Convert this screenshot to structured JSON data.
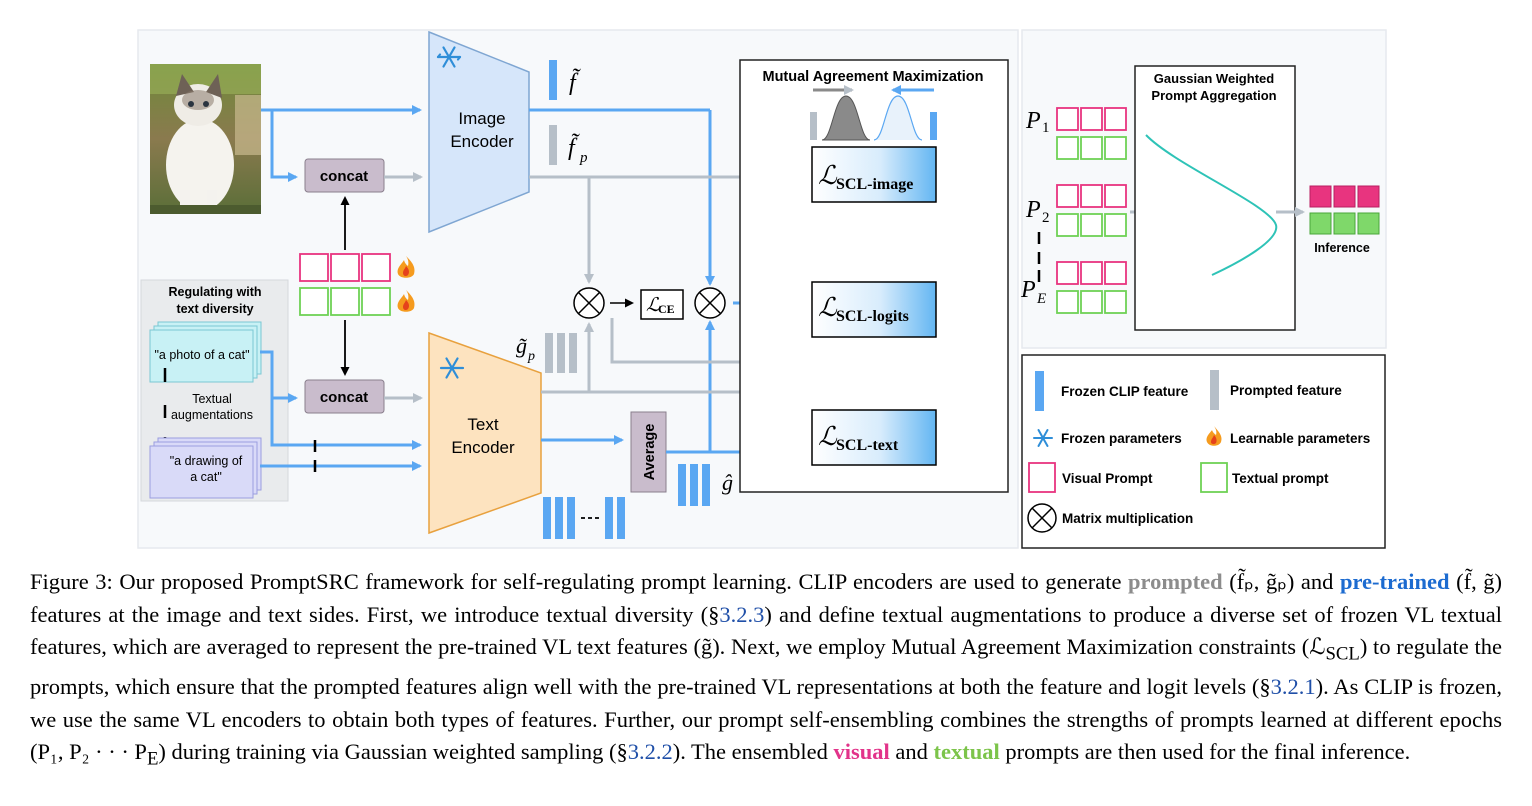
{
  "diagram": {
    "image_encoder": {
      "line1": "Image",
      "line2": "Encoder"
    },
    "text_encoder": {
      "line1": "Text",
      "line2": "Encoder"
    },
    "concat_top": "concat",
    "concat_bottom": "concat",
    "average": "Average",
    "regulating": {
      "line1": "Regulating with",
      "line2": "text diversity"
    },
    "text_card_1": "\"a photo of a cat\"",
    "text_aug": {
      "line1": "Textual",
      "line2": "augmentations"
    },
    "text_card_2": {
      "line1": "\"a drawing of",
      "line2": "a cat\""
    },
    "feat_f_tilde": "f̃",
    "feat_f_p": "f̃",
    "feat_f_p_sub": "p",
    "feat_g_p": "g̃",
    "feat_g_p_sub": "p",
    "feat_g_hat": "ĝ",
    "mam_title": "Mutual Agreement Maximization",
    "loss_ce": {
      "script": "ℒ",
      "sub": "CE"
    },
    "loss_image": {
      "script": "ℒ",
      "sub": "SCL-image"
    },
    "loss_logits": {
      "script": "ℒ",
      "sub": "SCL-logits"
    },
    "loss_text": {
      "script": "ℒ",
      "sub": "SCL-text"
    },
    "gwpa": {
      "line1": "Gaussian Weighted",
      "line2": "Prompt Aggregation"
    },
    "p1": "P",
    "p1_sub": "1",
    "p2": "P",
    "p2_sub": "2",
    "pe": "P",
    "pe_sub": "E",
    "inference": "Inference",
    "legend": {
      "frozen_clip": "Frozen CLIP feature",
      "prompted_feature": "Prompted feature",
      "frozen_params": "Frozen parameters",
      "learnable_params": "Learnable parameters",
      "visual_prompt": "Visual Prompt",
      "textual_prompt": "Textual prompt",
      "matmul": "Matrix multiplication"
    },
    "colors": {
      "frozen_blue": "#5aa7f2",
      "prompted_gray": "#b6bfc8",
      "visual_pink": "#e8347f",
      "textual_green": "#6fd155",
      "encoder_blue_fill": "#d6e6fa",
      "encoder_orange_fill": "#fde3bf"
    },
    "icons": [
      "snowflake-icon",
      "fire-icon",
      "cat-photo",
      "gaussian-curve"
    ]
  },
  "caption": {
    "fig_label": "Figure 3:",
    "p1": " Our proposed PromptSRC framework for self-regulating prompt learning. CLIP encoders are used to generate ",
    "prompted": "prompted",
    "p2": " (f̃ₚ, g̃ₚ) and ",
    "pretrained": "pre-trained",
    "p3": " (f̃, g̃) features at the image and text sides. First, we introduce textual diversity (§",
    "ref1": "3.2.3",
    "p4": ") and define textual augmentations to produce a diverse set of frozen VL textual features, which are averaged to represent the pre-trained VL text features (g̃). Next, we employ Mutual Agreement Maximization constraints (ℒ",
    "scl": "SCL",
    "p5": ") to regulate the prompts, which ensure that the prompted features align well with the pre-trained VL representations at both the feature and logit levels (§",
    "ref2": "3.2.1",
    "p6": "). As CLIP is frozen, we use the same VL encoders to obtain both types of features. Further, our prompt self-ensembling combines the strengths of prompts learned at different epochs (P₁, P₂ · · · P",
    "pe_sub": "E",
    "p7": ") during training via Gaussian weighted sampling (§",
    "ref3": "3.2.2",
    "p8": "). The ensembled ",
    "visual": "visual",
    "p9": " and ",
    "textual": "textual",
    "p10": " prompts are then used for the final inference."
  }
}
